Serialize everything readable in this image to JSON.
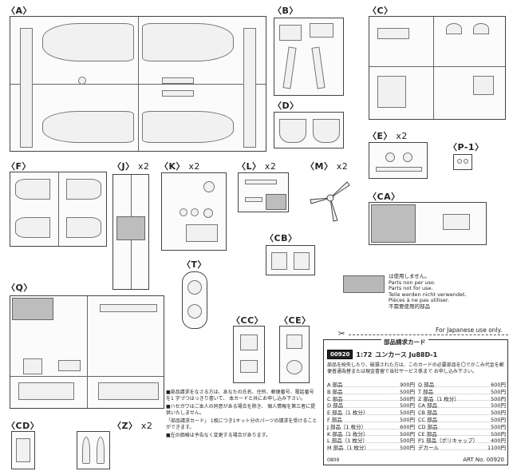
{
  "sprues": [
    {
      "id": "A",
      "label": "〈A〉",
      "multiplier": ""
    },
    {
      "id": "B",
      "label": "〈B〉",
      "multiplier": ""
    },
    {
      "id": "C",
      "label": "〈C〉",
      "multiplier": ""
    },
    {
      "id": "D",
      "label": "〈D〉",
      "multiplier": ""
    },
    {
      "id": "E",
      "label": "〈E〉",
      "multiplier": "x2"
    },
    {
      "id": "P1",
      "label": "〈P-1〉",
      "multiplier": ""
    },
    {
      "id": "F",
      "label": "〈F〉",
      "multiplier": ""
    },
    {
      "id": "J",
      "label": "〈J〉",
      "multiplier": "x2"
    },
    {
      "id": "K",
      "label": "〈K〉",
      "multiplier": "x2"
    },
    {
      "id": "L",
      "label": "〈L〉",
      "multiplier": "x2"
    },
    {
      "id": "M",
      "label": "〈M〉",
      "multiplier": "x2"
    },
    {
      "id": "CA",
      "label": "〈CA〉",
      "multiplier": ""
    },
    {
      "id": "CB",
      "label": "〈CB〉",
      "multiplier": ""
    },
    {
      "id": "T",
      "label": "〈T〉",
      "multiplier": ""
    },
    {
      "id": "Q",
      "label": "〈Q〉",
      "multiplier": ""
    },
    {
      "id": "CC",
      "label": "〈CC〉",
      "multiplier": ""
    },
    {
      "id": "CE",
      "label": "〈CE〉",
      "multiplier": ""
    },
    {
      "id": "CD",
      "label": "〈CD〉",
      "multiplier": ""
    },
    {
      "id": "Z",
      "label": "〈Z〉",
      "multiplier": "x2"
    }
  ],
  "legend": {
    "lines": [
      "は使用しません。",
      "Parts non per uso.",
      "Parts not for use.",
      "Teile werden nicht verwendet.",
      "Pièces à ne pas utiliser.",
      "不需要使用的部品"
    ]
  },
  "order_card": {
    "japanese_only": "For Japanese use only.",
    "title": "部品請求カード",
    "code": "00920",
    "scale": "1:72",
    "model": "ユンカース Ju88D-1",
    "note": "部品を紛失したり、破損された方は、このカードの必要部品を〇でかこみ代金を郵便普通為替または現金書留で当社サービス係まで お申し込み下さい。",
    "left_prices": [
      {
        "part": "A 部品",
        "price": "900円"
      },
      {
        "part": "B 部品",
        "price": "500円"
      },
      {
        "part": "C 部品",
        "price": "500円"
      },
      {
        "part": "D 部品",
        "price": "500円"
      },
      {
        "part": "E 部品（1 枚分）",
        "price": "500円"
      },
      {
        "part": "F 部品",
        "price": "500円"
      },
      {
        "part": "J 部品（1 枚分）",
        "price": "600円"
      },
      {
        "part": "K 部品（1 枚分）",
        "price": "500円"
      },
      {
        "part": "L 部品（1 枚分）",
        "price": "500円"
      },
      {
        "part": "M 部品（1 枚分）",
        "price": "500円"
      }
    ],
    "right_prices": [
      {
        "part": "Q 部品",
        "price": "600円"
      },
      {
        "part": "T 部品",
        "price": "500円"
      },
      {
        "part": "Z 部品（1 枚分）",
        "price": "500円"
      },
      {
        "part": "CA 部品",
        "price": "500円"
      },
      {
        "part": "CB 部品",
        "price": "500円"
      },
      {
        "part": "CC 部品",
        "price": "500円"
      },
      {
        "part": "CD 部品",
        "price": "500円"
      },
      {
        "part": "CE 部品",
        "price": "500円"
      },
      {
        "part": "P1 部品（ポリキャップ）",
        "price": "400円"
      },
      {
        "part": "デカール",
        "price": "1100円"
      }
    ],
    "date": "0809",
    "art_no": "ART No. 00920"
  },
  "notes": [
    "■部品請求をなさる方は、あなたの氏名、住所、郵便番号、電話番号を1 字づつはっきり書いて、 本カードと共にお申し込み下さい。",
    "■ハセガワはご本人の同意がある場合を除き、 個人情報を第三者に提供いたしません。",
    "「部品請求カード」 1枚につき1キット分のパーツの請求を受けることができます。",
    "■左の価格は予告なく変更する場合があります。"
  ]
}
